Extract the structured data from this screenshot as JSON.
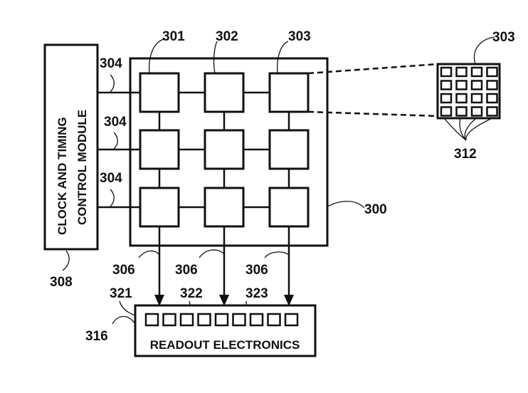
{
  "diagram": {
    "type": "patent block diagram",
    "control_module": {
      "label_line1": "CLOCK AND TIMING",
      "label_line2": "CONTROL MODULE",
      "ref": "308"
    },
    "array": {
      "ref": "300",
      "column_refs": [
        "301",
        "302",
        "303"
      ],
      "rows": 3,
      "cols": 3,
      "row_bus_refs": [
        "304",
        "304",
        "304"
      ],
      "column_output_refs": [
        "306",
        "306",
        "306"
      ]
    },
    "zoom_detail": {
      "ref": "303",
      "grid_rows": 4,
      "grid_cols": 4,
      "element_ref": "312"
    },
    "readout": {
      "label": "READOUT ELECTRONICS",
      "ref": "316",
      "channel_refs": [
        "321",
        "322",
        "323"
      ],
      "channel_count": 9
    }
  }
}
